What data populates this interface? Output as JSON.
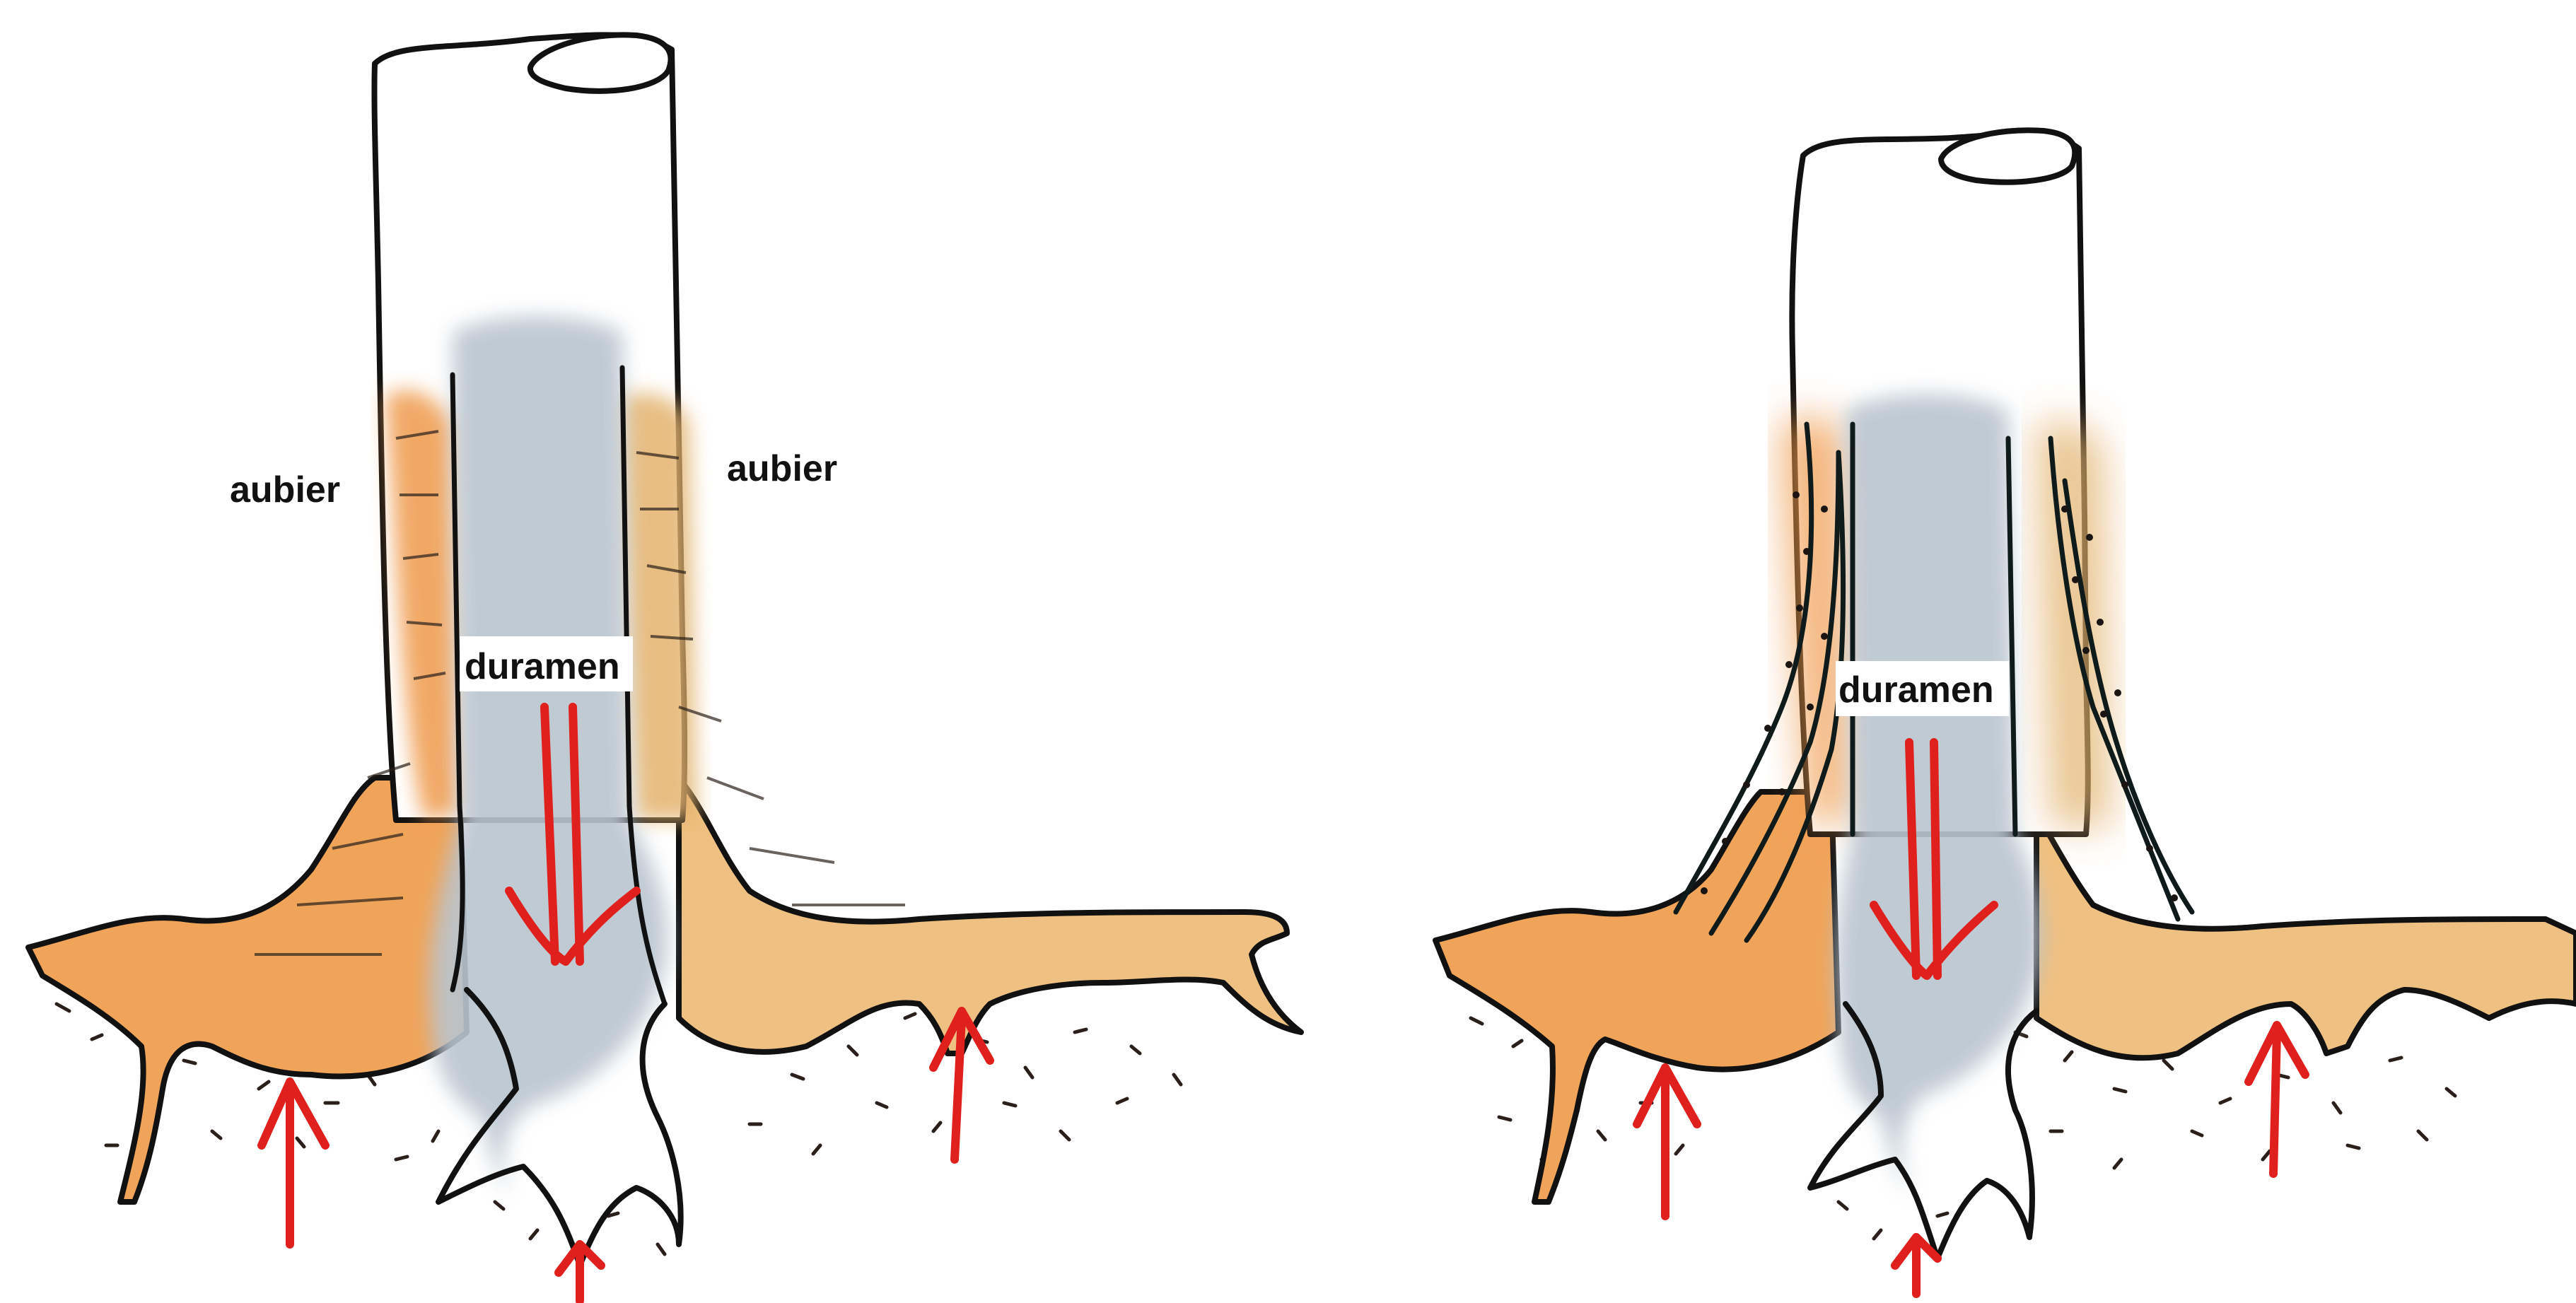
{
  "left_panel": {
    "label_aubier_left": "aubier",
    "label_aubier_right": "aubier",
    "label_duramen": "duramen"
  },
  "right_panel": {
    "label_duramen": "duramen"
  },
  "colors": {
    "outline": "#111111",
    "duramen_fill": "#b9c5cf",
    "aubier_fill_left": "#ef9a4c",
    "aubier_fill_right": "#e3b26d",
    "root_fill": "#f2c68e",
    "arrow": "#e0201c",
    "soil_specks": "#2a1f1a"
  }
}
